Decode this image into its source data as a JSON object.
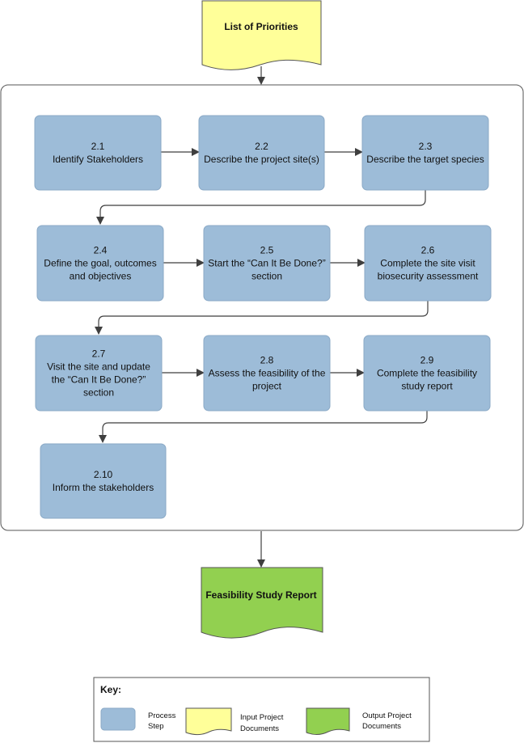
{
  "colors": {
    "process": "#9dbcd8",
    "process_border": "#8aa9c6",
    "input_doc": "#ffff99",
    "output_doc": "#92d050",
    "line": "#3f3f3f"
  },
  "input_document": {
    "label": "List of Priorities"
  },
  "output_document": {
    "label": "Feasibility Study Report"
  },
  "steps": [
    {
      "number": "2.1",
      "lines": [
        "Identify Stakeholders"
      ]
    },
    {
      "number": "2.2",
      "lines": [
        "Describe the project site(s)"
      ]
    },
    {
      "number": "2.3",
      "lines": [
        "Describe the target species"
      ]
    },
    {
      "number": "2.4",
      "lines": [
        "Define the goal, outcomes",
        "and objectives"
      ]
    },
    {
      "number": "2.5",
      "lines": [
        "Start the “Can It Be Done?”",
        "section"
      ]
    },
    {
      "number": "2.6",
      "lines": [
        "Complete the site visit",
        "biosecurity assessment"
      ]
    },
    {
      "number": "2.7",
      "lines": [
        "Visit the site and update",
        "the “Can It Be Done?”",
        "section"
      ]
    },
    {
      "number": "2.8",
      "lines": [
        "Assess the feasibility of the",
        "project"
      ]
    },
    {
      "number": "2.9",
      "lines": [
        "Complete the feasibility",
        "study report"
      ]
    },
    {
      "number": "2.10",
      "lines": [
        "Inform the stakeholders"
      ]
    }
  ],
  "key": {
    "title": "Key:",
    "items": [
      {
        "shape": "process",
        "lines": [
          "Process",
          "Step"
        ]
      },
      {
        "shape": "input_doc",
        "lines": [
          "Input Project",
          "Documents"
        ]
      },
      {
        "shape": "output_doc",
        "lines": [
          "Output Project",
          "Documents"
        ]
      }
    ]
  }
}
